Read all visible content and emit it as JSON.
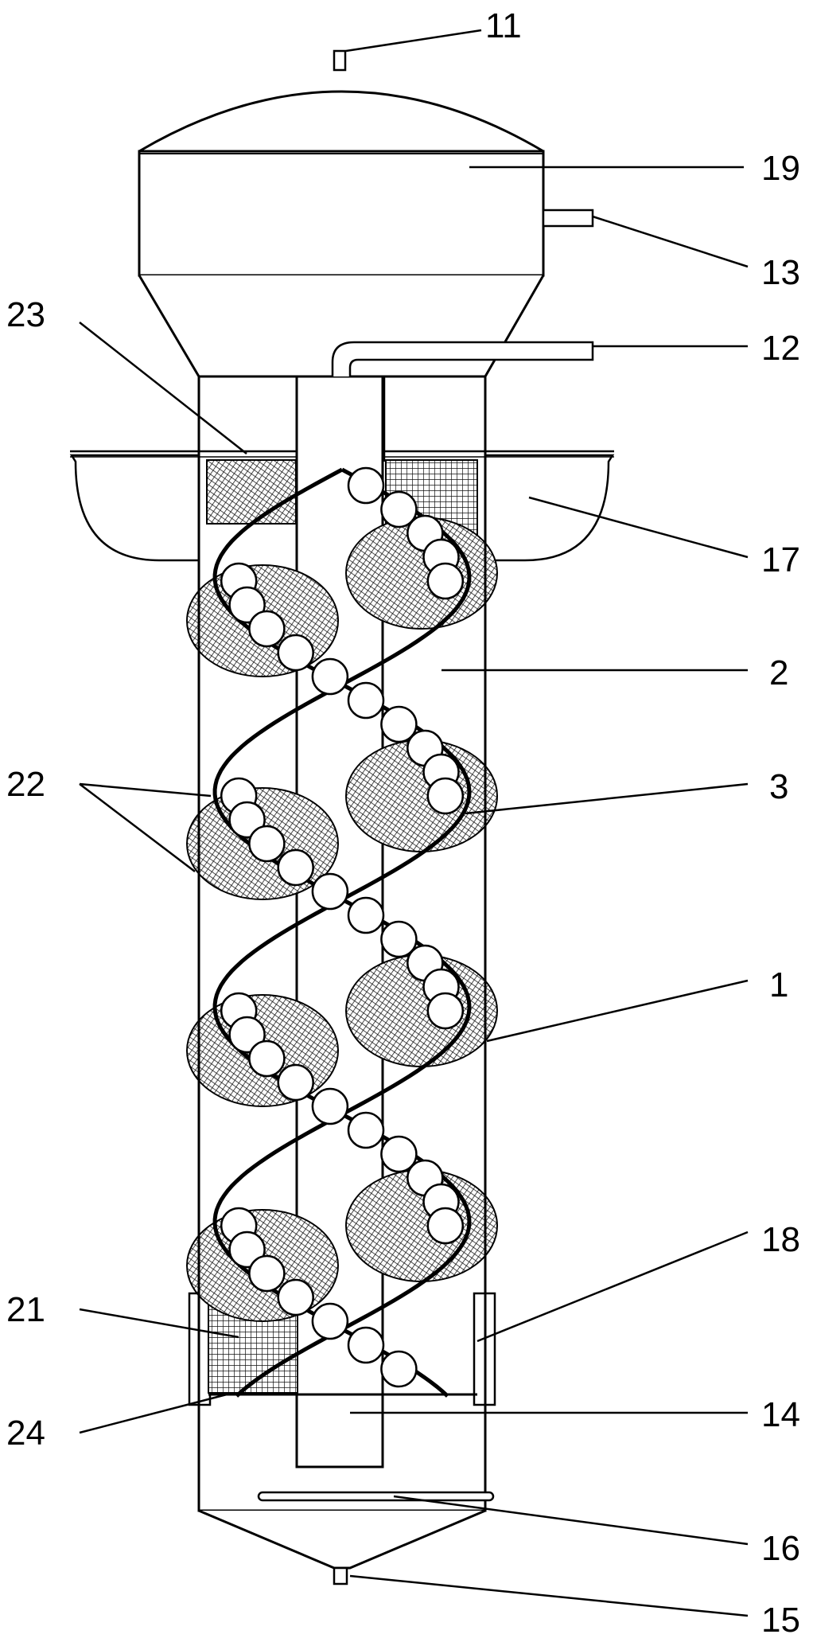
{
  "labels": {
    "l11": "11",
    "l19": "19",
    "l13": "13",
    "l23": "23",
    "l12": "12",
    "l17": "17",
    "l2": "2",
    "l22": "22",
    "l3": "3",
    "l1": "1",
    "l18": "18",
    "l21": "21",
    "l24": "24",
    "l14": "14",
    "l16": "16",
    "l15": "15"
  },
  "colors": {
    "line": "#000000",
    "fill": "#ffffff",
    "mesh": "#222222"
  }
}
